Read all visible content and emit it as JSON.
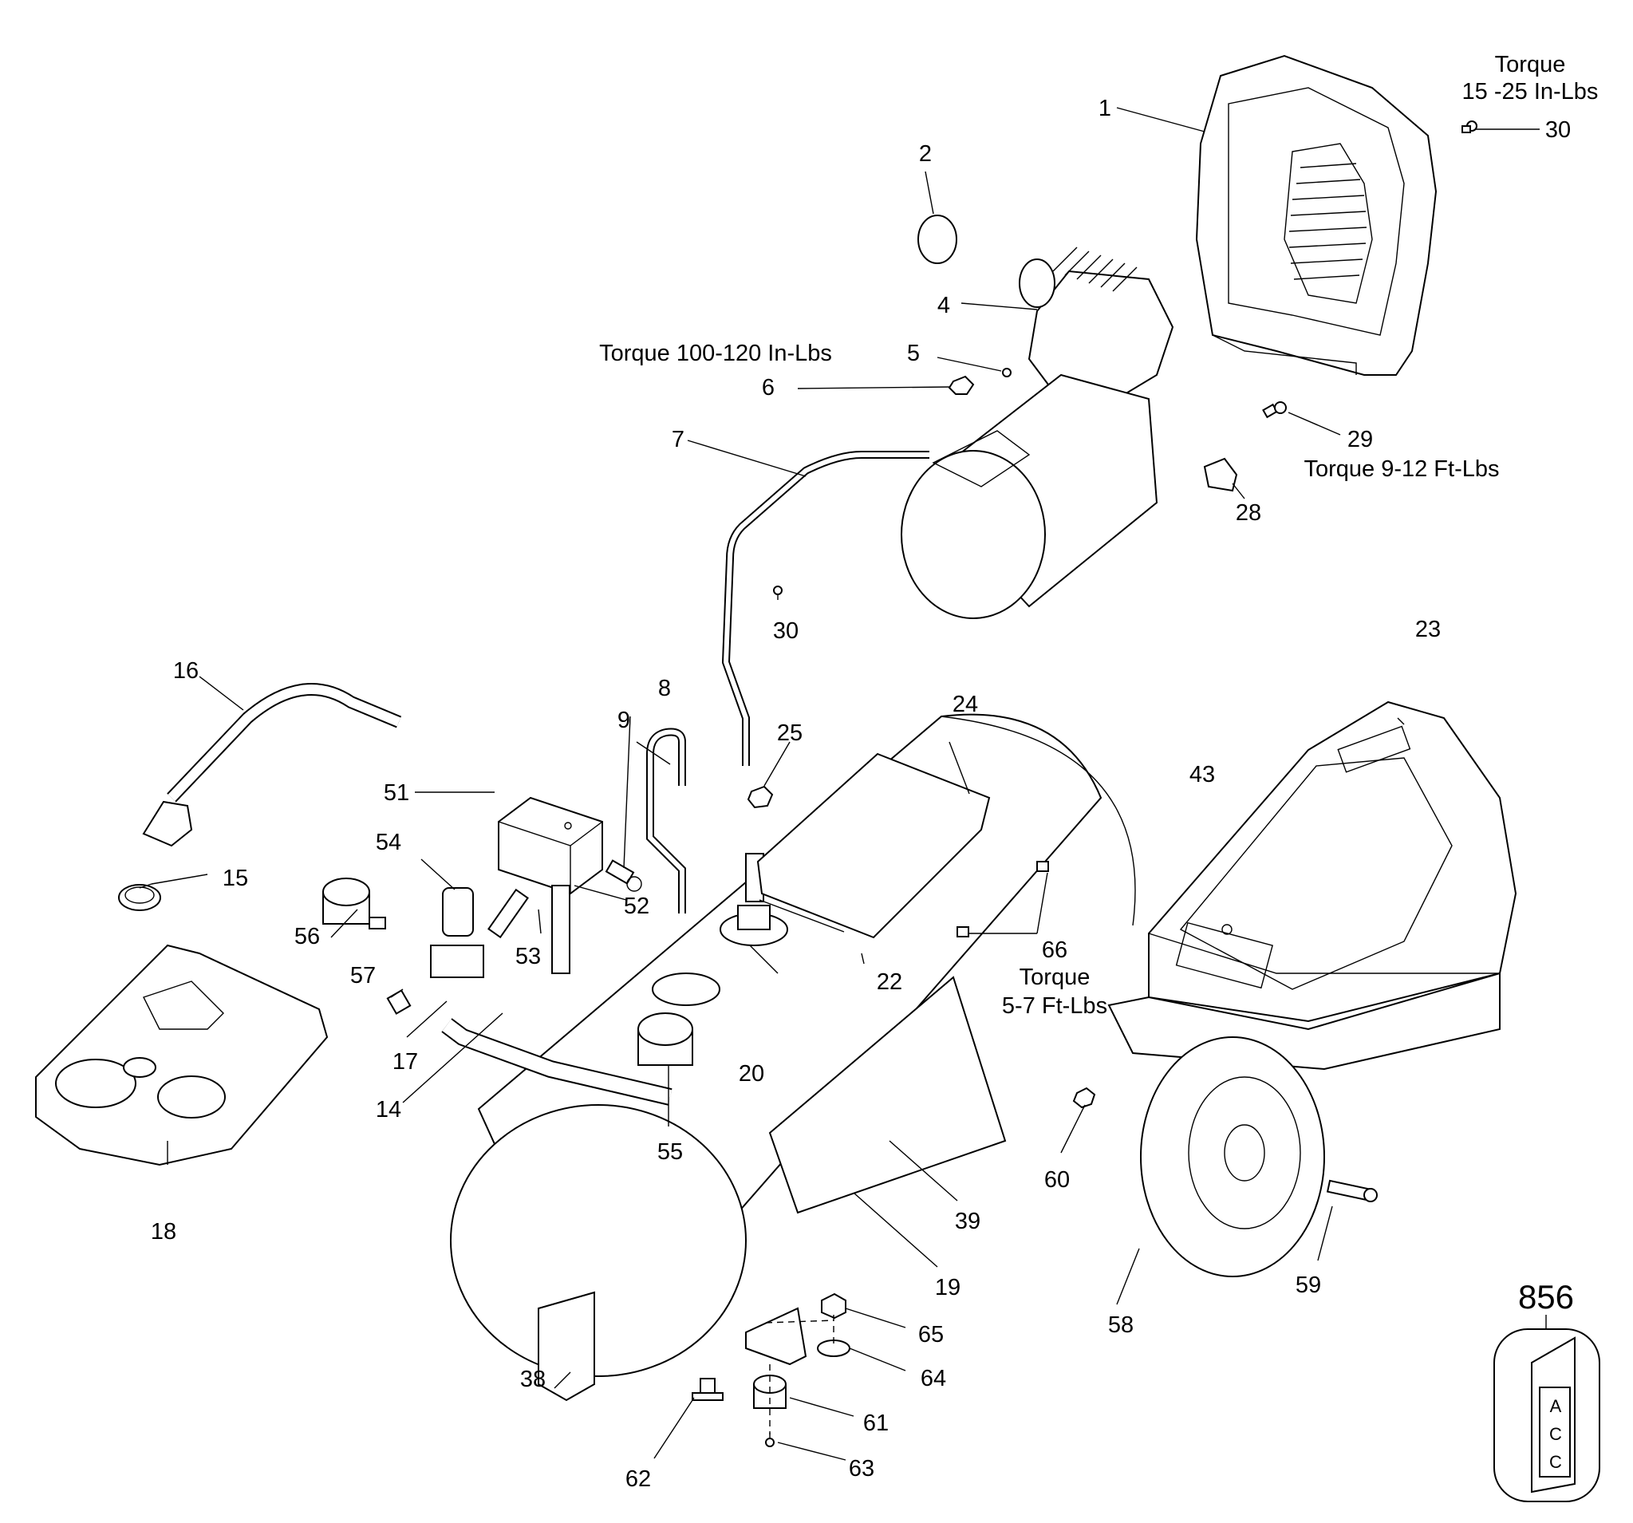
{
  "diagram": {
    "title": "Air compressor exploded parts diagram",
    "kit_number": "856",
    "kit_label_letters": [
      "A",
      "C",
      "C"
    ],
    "callouts": [
      {
        "id": "c1",
        "label": "1"
      },
      {
        "id": "c2",
        "label": "2"
      },
      {
        "id": "c4",
        "label": "4"
      },
      {
        "id": "c5",
        "label": "5"
      },
      {
        "id": "c6",
        "label": "6"
      },
      {
        "id": "c7",
        "label": "7"
      },
      {
        "id": "c8",
        "label": "8"
      },
      {
        "id": "c9",
        "label": "9"
      },
      {
        "id": "c14",
        "label": "14"
      },
      {
        "id": "c15",
        "label": "15"
      },
      {
        "id": "c16",
        "label": "16"
      },
      {
        "id": "c17",
        "label": "17"
      },
      {
        "id": "c18",
        "label": "18"
      },
      {
        "id": "c19",
        "label": "19"
      },
      {
        "id": "c20",
        "label": "20"
      },
      {
        "id": "c22",
        "label": "22"
      },
      {
        "id": "c23",
        "label": "23"
      },
      {
        "id": "c24",
        "label": "24"
      },
      {
        "id": "c25",
        "label": "25"
      },
      {
        "id": "c28",
        "label": "28"
      },
      {
        "id": "c29",
        "label": "29"
      },
      {
        "id": "c30a",
        "label": "30"
      },
      {
        "id": "c30b",
        "label": "30"
      },
      {
        "id": "c38",
        "label": "38"
      },
      {
        "id": "c39",
        "label": "39"
      },
      {
        "id": "c43",
        "label": "43"
      },
      {
        "id": "c51",
        "label": "51"
      },
      {
        "id": "c52",
        "label": "52"
      },
      {
        "id": "c53",
        "label": "53"
      },
      {
        "id": "c54",
        "label": "54"
      },
      {
        "id": "c55",
        "label": "55"
      },
      {
        "id": "c56",
        "label": "56"
      },
      {
        "id": "c57",
        "label": "57"
      },
      {
        "id": "c58",
        "label": "58"
      },
      {
        "id": "c59",
        "label": "59"
      },
      {
        "id": "c60",
        "label": "60"
      },
      {
        "id": "c61",
        "label": "61"
      },
      {
        "id": "c62",
        "label": "62"
      },
      {
        "id": "c63",
        "label": "63"
      },
      {
        "id": "c64",
        "label": "64"
      },
      {
        "id": "c65",
        "label": "65"
      },
      {
        "id": "c66",
        "label": "66"
      }
    ],
    "torque_notes": {
      "shroud_screw_line1": "Torque",
      "shroud_screw_line2": "15 -25 In-Lbs",
      "pump_nut": "Torque 100-120 In-Lbs",
      "bolt_29": "Torque 9-12 Ft-Lbs",
      "screw_66_line1": "Torque",
      "screw_66_line2": "5-7 Ft-Lbs"
    }
  }
}
